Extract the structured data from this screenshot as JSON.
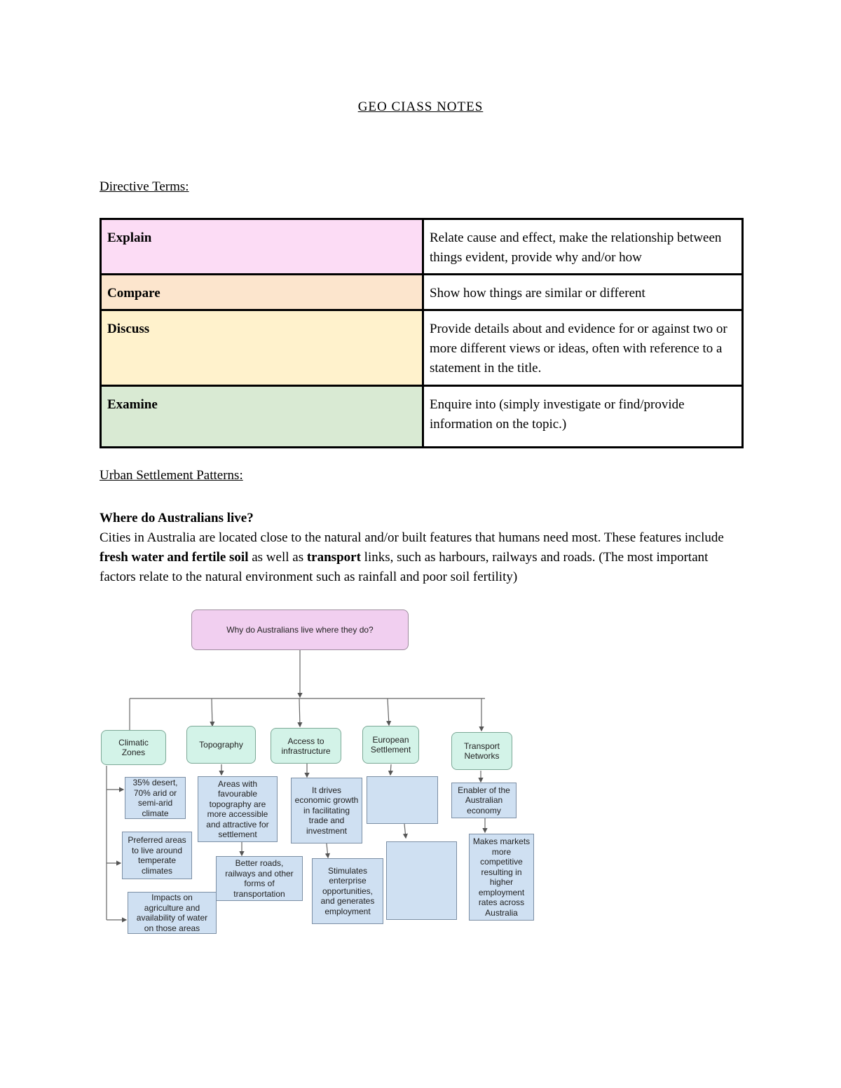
{
  "title": "GEO CIASS NOTES",
  "directive_heading": "Directive Terms:",
  "terms": [
    {
      "term": "Explain",
      "definition": " Relate cause and effect, make the relationship between things evident, provide why and/or how",
      "color": "#fcdcf5"
    },
    {
      "term": "Compare",
      "definition": "Show how things are similar or different",
      "color": "#fce5cd"
    },
    {
      "term": "Discuss",
      "definition": "Provide details about and evidence for or against two or more different views or ideas, often with reference to a statement in the title.",
      "color": "#fff2cc"
    },
    {
      "term": "Examine",
      "definition": "Enquire into (simply investigate or find/provide information on the topic.)",
      "color": "#d9ead3"
    }
  ],
  "urban_heading": "Urban Settlement Patterns:",
  "question": "Where do Australians live?",
  "paragraph": {
    "part1": "Cities in Australia are located close to the natural and/or built features that humans need most. These features include ",
    "bold1": "fresh water and fertile soil",
    "part2": " as well as ",
    "bold2": "transport",
    "part3": " links, such as harbours, railways and roads. (The most important factors relate to the natural environment such as rainfall and poor soil fertility)"
  },
  "diagram": {
    "root": "Why do Australians live where they do?",
    "categories": {
      "climatic": "Climatic Zones",
      "topography": "Topography",
      "access": "Access to infrastructure",
      "european": "European Settlement",
      "transport": "Transport Networks"
    },
    "boxes": {
      "climatic_1": "35% desert, 70% arid or semi-arid climate",
      "climatic_2": "Preferred areas to live around temperate climates",
      "climatic_3": "Impacts on agriculture and availability of water on those areas",
      "topography_1": "Areas with favourable topography are more accessible and attractive for settlement",
      "topography_2": "Better roads, railways and other forms of transportation",
      "access_1": "It drives economic growth in facilitating trade and investment",
      "access_2": "Stimulates enterprise opportunities, and generates employment",
      "european_1": "",
      "european_2": "",
      "transport_1": "Enabler of the Australian economy",
      "transport_2": "Makes markets more competitive resulting in higher employment rates across Australia"
    }
  }
}
